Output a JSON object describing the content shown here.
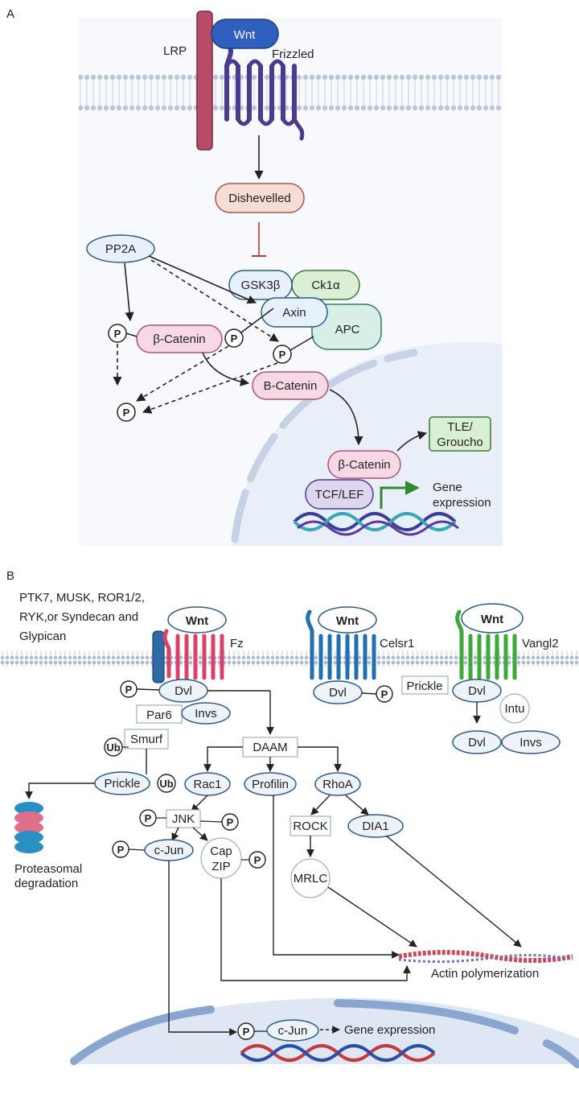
{
  "panel_a": {
    "letter": "A",
    "lrp": "LRP",
    "wnt": "Wnt",
    "frizzled": "Frizzled",
    "dishevelled": "Dishevelled",
    "pp2a": "PP2A",
    "gsk3b": "GSK3β",
    "ck1a": "Ck1α",
    "axin": "Axin",
    "apc": "APC",
    "beta_catenin_cyto": "β-Catenin",
    "b_catenin": "B-Catenin",
    "tle_line1": "TLE/",
    "tle_line2": "Groucho",
    "beta_catenin_nuc": "β-Catenin",
    "tcf_lef": "TCF/LEF",
    "gene_line1": "Gene",
    "gene_line2": "expression",
    "phospho": "P"
  },
  "panel_b": {
    "letter": "B",
    "coreceptor_line1": "PTK7, MUSK, ROR1/2,",
    "coreceptor_line2": "RYK,or Syndecan and",
    "coreceptor_line3": "Glypican",
    "wnt": "Wnt",
    "fz": "Fz",
    "celsr1": "Celsr1",
    "vangl2": "Vangl2",
    "dvl": "Dvl",
    "par6": "Par6",
    "invs": "Invs",
    "smurf": "Smurf",
    "ub": "Ub",
    "prickle": "Prickle",
    "proteasomal_line1": "Proteasomal",
    "proteasomal_line2": "degradation",
    "daam": "DAAM",
    "rac1": "Rac1",
    "profilin": "Profilin",
    "rhoa": "RhoA",
    "jnk": "JNK",
    "c_jun": "c-Jun",
    "cap_line1": "Cap",
    "cap_line2": "ZIP",
    "rock": "ROCK",
    "dia1": "DIA1",
    "mrlc": "MRLC",
    "actin": "Actin polymerization",
    "intu": "Intu",
    "gene_expression": "Gene expression",
    "phospho": "P"
  },
  "colors": {
    "membrane": "#c9d4e4",
    "frizzled_a": "#4b3a8f",
    "lrp": "#b84c67",
    "wnt_a": "#3a67c2",
    "fz_b": "#d8416a",
    "celsr_b": "#1f6fb2",
    "vangl_b": "#3ea83a",
    "node_fill": "#eef3fa",
    "node_stroke": "#2d5b8c",
    "pink_fill": "#f7d9e6",
    "green_fill": "#d9efd3",
    "nucleus": "#e8eef8"
  }
}
